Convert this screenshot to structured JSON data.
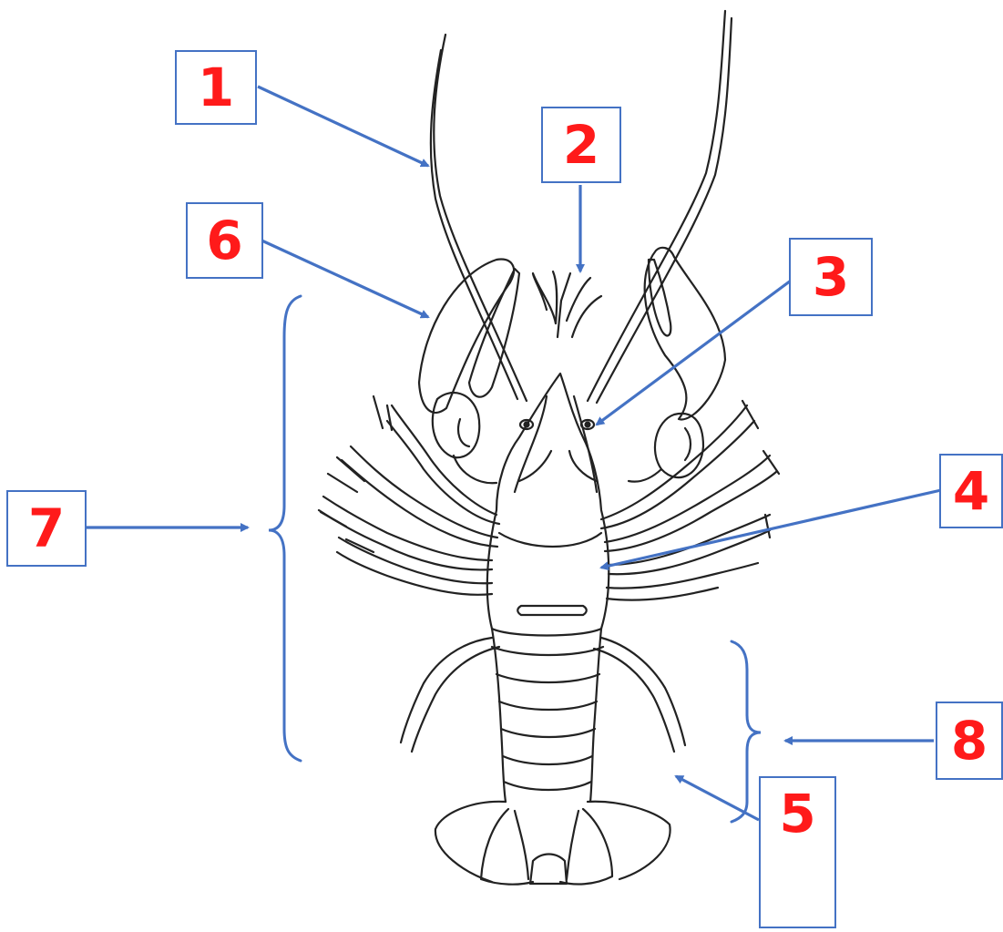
{
  "colors": {
    "label_border": "#4472c4",
    "label_text": "#ff1a1a",
    "arrow": "#4472c4",
    "drawing_line": "#222222"
  },
  "figure": {
    "subject": "crayfish",
    "style": "black line drawing, dorsal view"
  },
  "labels": {
    "l1": "1",
    "l2": "2",
    "l3": "3",
    "l4": "4",
    "l5": "5",
    "l6": "6",
    "l7": "7",
    "l8": "8"
  }
}
